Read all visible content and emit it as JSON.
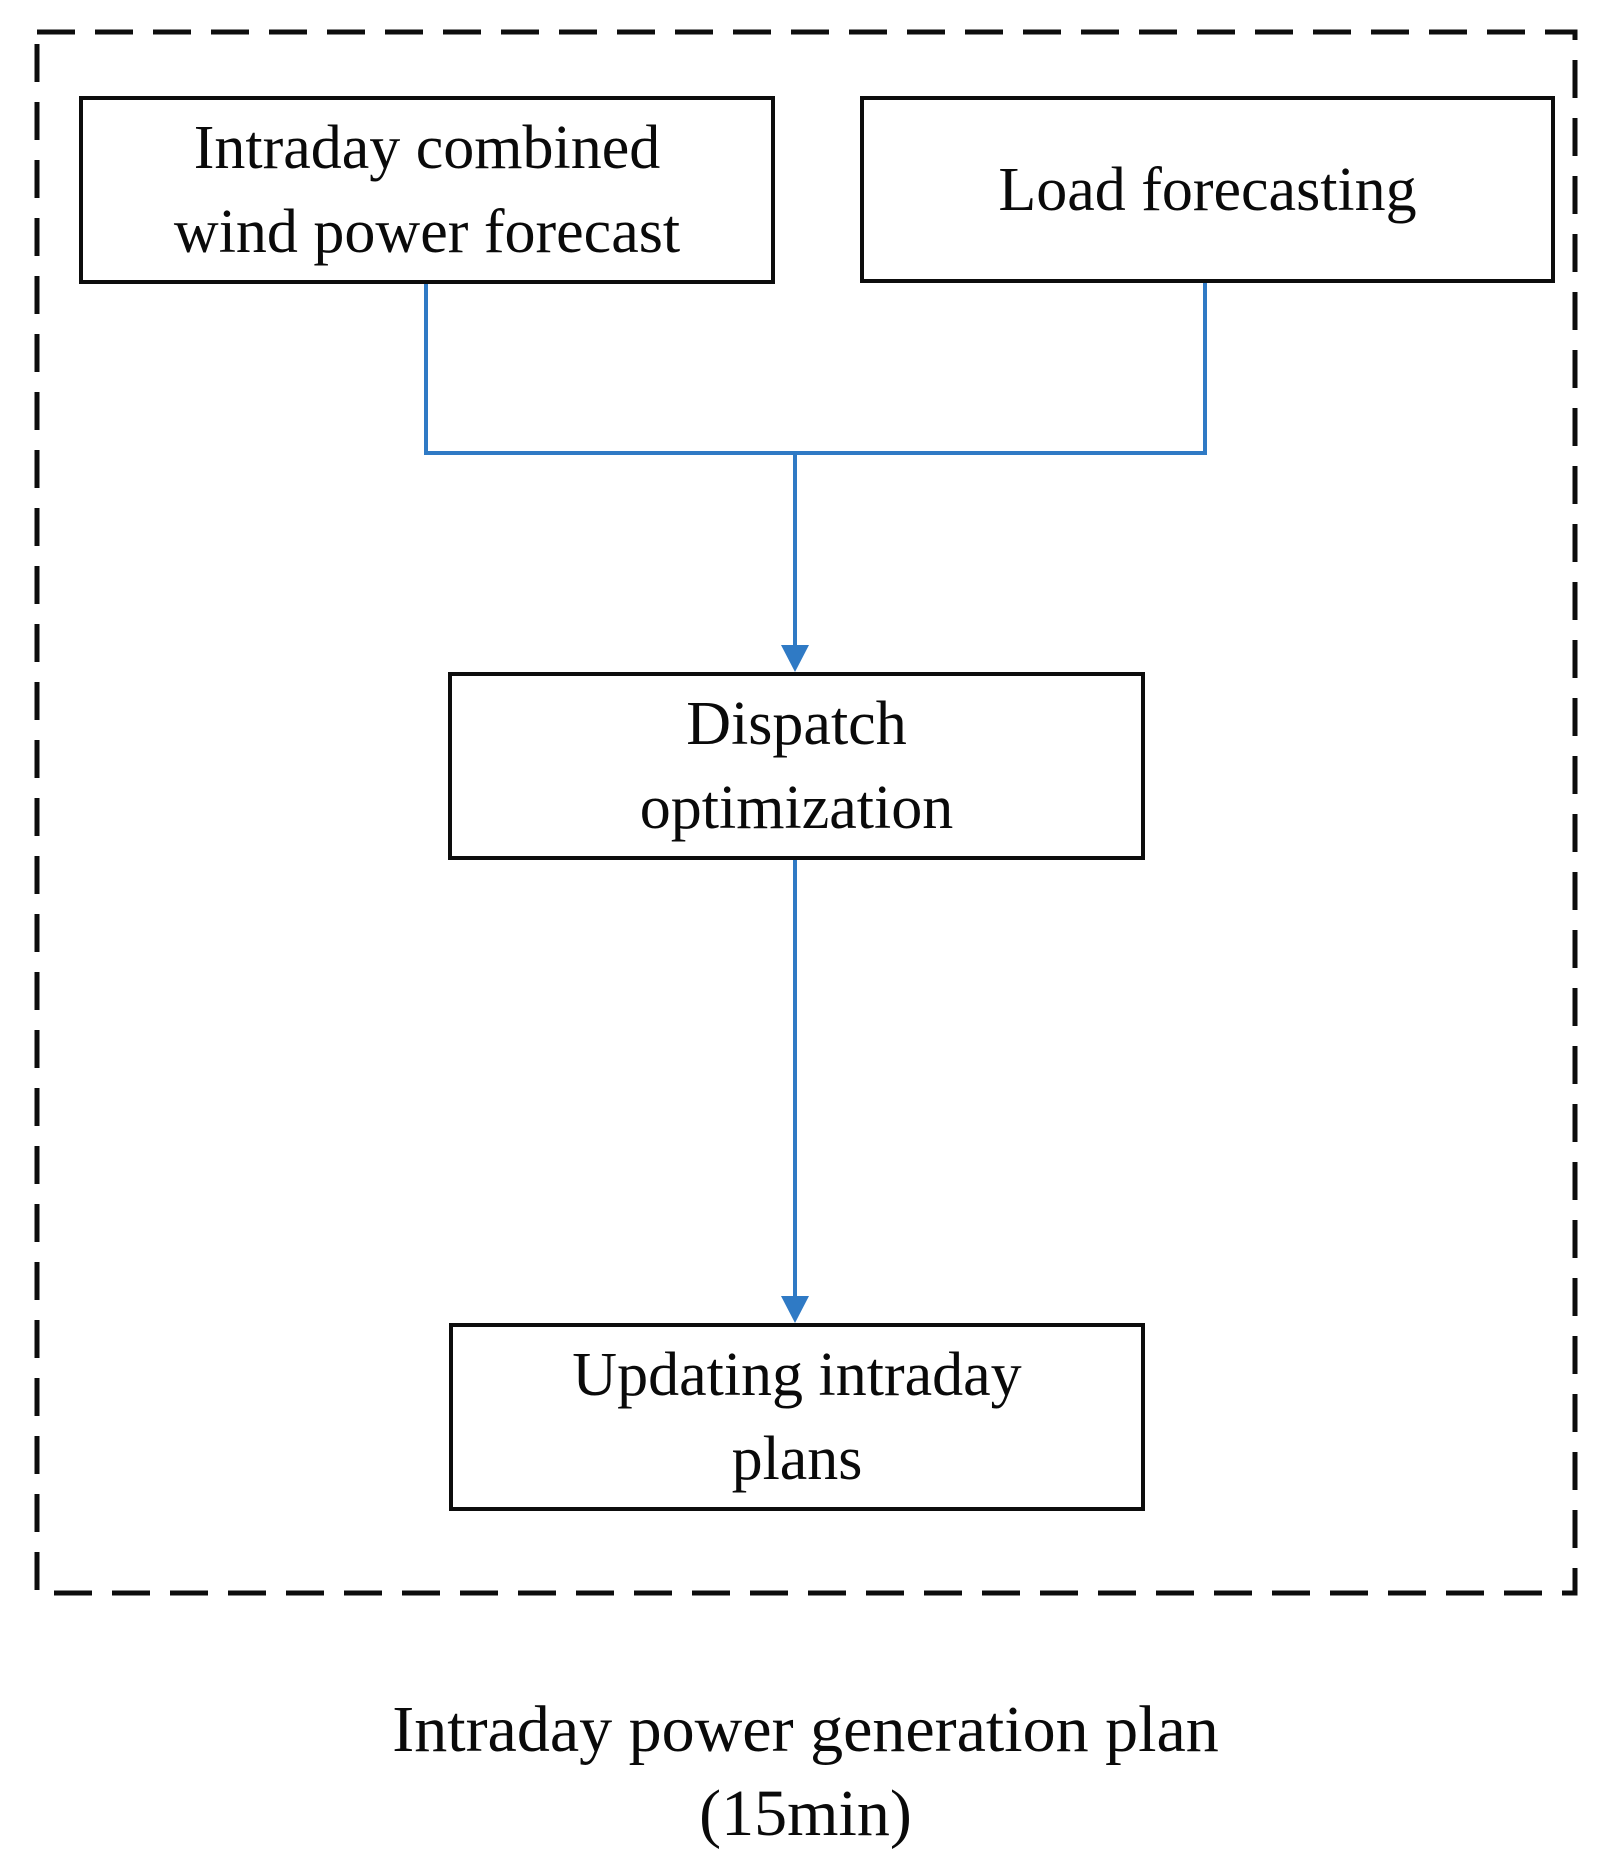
{
  "figure": {
    "boxes": {
      "wind_forecast": {
        "lines": [
          "Intraday combined",
          "wind power forecast"
        ]
      },
      "load_forecasting": {
        "lines": [
          "Load forecasting"
        ]
      },
      "dispatch": {
        "lines": [
          "Dispatch",
          "optimization"
        ]
      },
      "updating": {
        "lines": [
          "Updating intraday",
          "plans"
        ]
      }
    },
    "caption": {
      "lines": [
        "Intraday power generation plan",
        "(15min)"
      ]
    },
    "colors": {
      "connector_blue": "#2F7AC5",
      "box_border_black": "#0d0d0d",
      "text_black": "#0a0a0a",
      "background": "#ffffff"
    }
  }
}
